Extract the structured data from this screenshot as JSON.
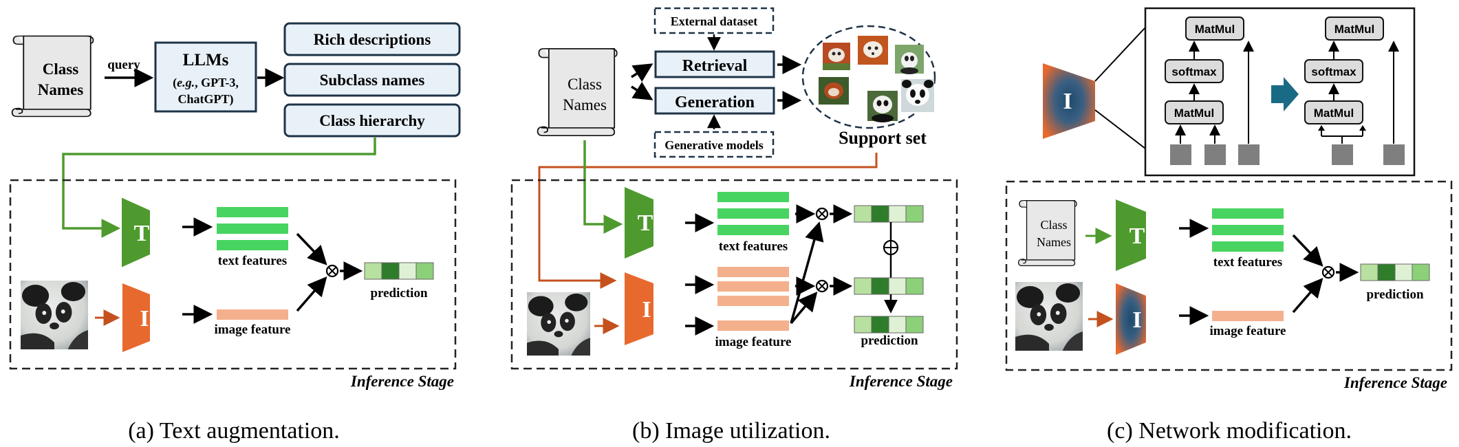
{
  "panel_a": {
    "scroll_label": [
      "Class",
      "Names"
    ],
    "query_label": "query",
    "llm_label": "LLMs",
    "llm_eg_italic": "e.g.",
    "llm_eg_rest": ", GPT-3,",
    "llm_sub2": "ChatGPT)",
    "outputs": [
      "Rich descriptions",
      "Subclass names",
      "Class hierarchy"
    ],
    "text_encoder_label": "T",
    "image_encoder_label": "I",
    "text_features_label": "text features",
    "image_feature_label": "image feature",
    "prediction_label": "prediction",
    "stage_label": "Inference Stage",
    "caption": "(a) Text augmentation."
  },
  "panel_b": {
    "scroll_label": [
      "Class",
      "Names"
    ],
    "external_dataset_label": "External dataset",
    "retrieval_label": "Retrieval",
    "generation_label": "Generation",
    "generative_models_label": "Generative models",
    "support_set_label": "Support set",
    "text_encoder_label": "T",
    "image_encoder_label": "I",
    "text_features_label": "text features",
    "image_feature_label": "image feature",
    "prediction_label": "prediction",
    "stage_label": "Inference Stage",
    "caption": "(b) Image utilization."
  },
  "panel_c": {
    "attention_before": {
      "top": "MatMul",
      "middle": "softmax",
      "bottom": "MatMul"
    },
    "attention_after": {
      "top": "MatMul",
      "middle": "softmax",
      "bottom": "MatMul"
    },
    "modified_encoder_label": "I",
    "scroll_label": [
      "Class",
      "Names"
    ],
    "text_encoder_label": "T",
    "image_encoder_label": "I",
    "text_features_label": "text features",
    "image_feature_label": "image feature",
    "prediction_label": "prediction",
    "stage_label": "Inference Stage",
    "caption": "(c) Network modification."
  },
  "colors": {
    "text_green": "#4e9a2e",
    "image_orange": "#e8692e",
    "feature_green": "#48d460",
    "feature_salmon": "#f4b08c",
    "arrow_orange": "#c4511d",
    "navy": "#1e3347",
    "teal_arrow": "#196a85"
  }
}
